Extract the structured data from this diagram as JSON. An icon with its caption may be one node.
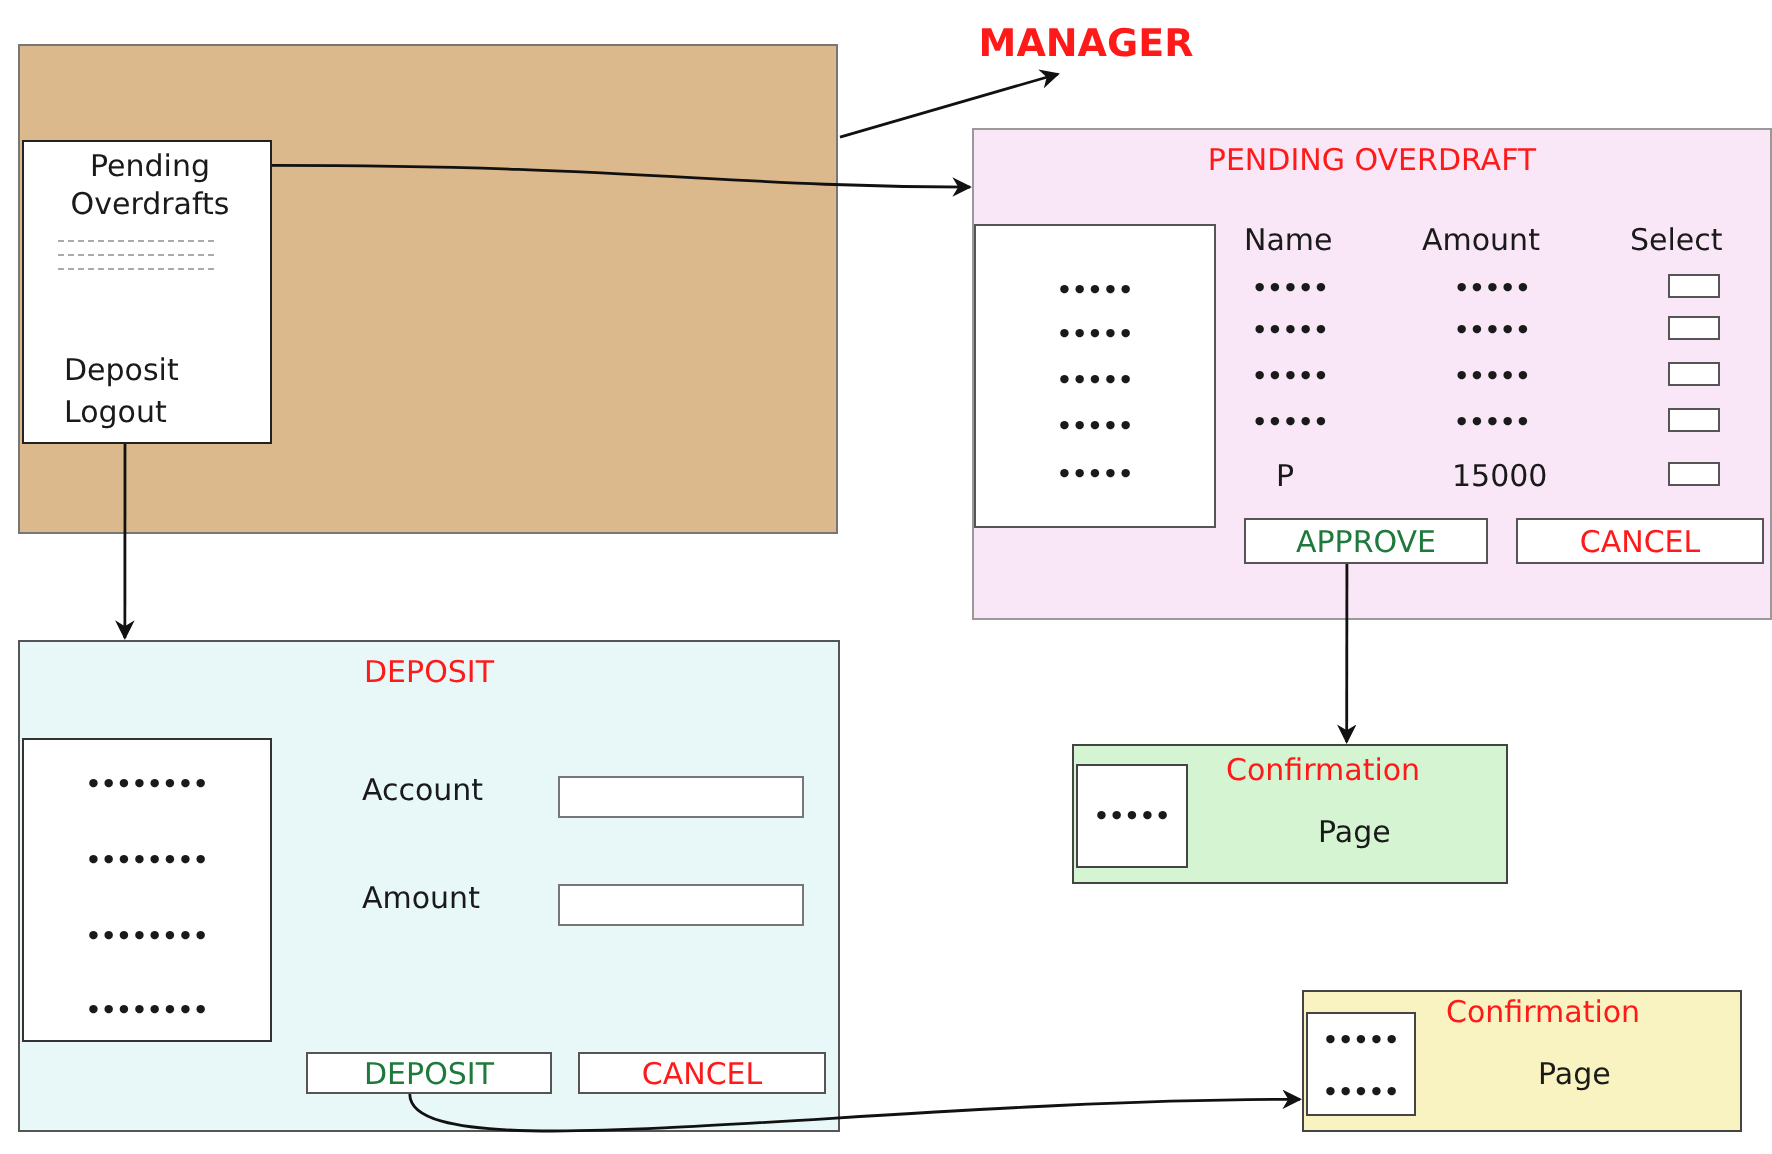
{
  "diagram": {
    "nodes": [
      {
        "text": [],
        "shape": "box"
      },
      {
        "text": [
          "Pending Overdrafts",
          "Deposit",
          "Logout"
        ],
        "in": 0
      },
      {
        "text": [
          "MANAGER"
        ]
      },
      {
        "text": [
          "PENDING OVERDRAFT"
        ]
      },
      {
        "text": [
          "•••••",
          "•••••",
          "•••••",
          "•••••",
          "•••••"
        ],
        "in": 3
      },
      {
        "text": [],
        "shape": "box",
        "in": 3
      },
      {
        "text": [],
        "shape": "box",
        "in": 3
      },
      {
        "text": [],
        "shape": "box",
        "in": 3
      },
      {
        "text": [],
        "shape": "box",
        "in": 3
      },
      {
        "text": [],
        "shape": "box",
        "in": 3
      },
      {
        "text": [
          "APPROVE"
        ],
        "in": 3
      },
      {
        "text": [
          "CANCEL"
        ],
        "in": 3
      },
      {
        "text": [
          "Confirmation",
          "Page"
        ]
      },
      {
        "text": [
          "•••••"
        ],
        "in": 12
      },
      {
        "text": [
          "DEPOSIT"
        ]
      },
      {
        "text": [
          "••••••••",
          "••••••••",
          "••••••••",
          "••••••••"
        ],
        "in": 14
      },
      {
        "text": [],
        "shape": "box",
        "in": 14
      },
      {
        "text": [],
        "shape": "box",
        "in": 14
      },
      {
        "text": [
          "DEPOSIT"
        ],
        "in": 14
      },
      {
        "text": [
          "CANCEL"
        ],
        "in": 14
      },
      {
        "text": [
          "Confirmation",
          "Page"
        ]
      },
      {
        "text": [
          "•••••",
          "•••••"
        ],
        "in": 20
      }
    ],
    "edges": [
      {
        "from": 0,
        "to": 2,
        "arrow": "to"
      },
      {
        "from": 1,
        "to": 3,
        "arrow": "to"
      },
      {
        "from": 1,
        "to": 14,
        "arrow": "to"
      },
      {
        "from": 10,
        "to": 12,
        "arrow": "to"
      },
      {
        "from": 18,
        "to": 20,
        "arrow": "to"
      }
    ],
    "labels": [
      "Name",
      "Amount",
      "Select",
      "•••••",
      "•••••",
      "•••••",
      "•••••",
      "•••••",
      "•••••",
      "•••••",
      "•••••",
      "P",
      "15000",
      "Account",
      "Amount"
    ]
  }
}
